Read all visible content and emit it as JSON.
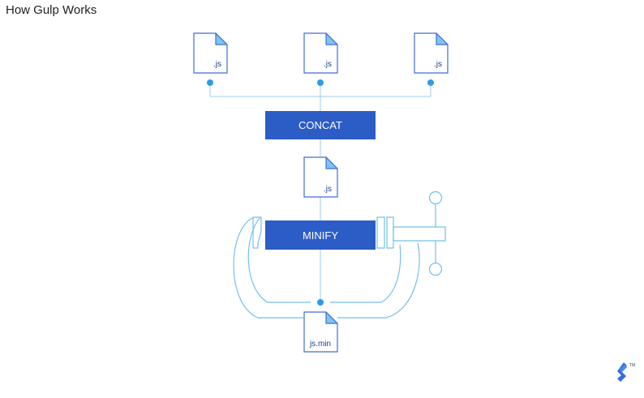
{
  "page": {
    "title": "How Gulp Works"
  },
  "diagram": {
    "inputs": [
      {
        "label": ".js"
      },
      {
        "label": ".js"
      },
      {
        "label": ".js"
      }
    ],
    "concat": {
      "label": "CONCAT"
    },
    "intermediate": {
      "label": ".js"
    },
    "minify": {
      "label": "MINIFY"
    },
    "output": {
      "label": "js.min"
    }
  },
  "brand": {
    "logo": "toptal-logo-icon",
    "trademark": "TM"
  },
  "colors": {
    "box_fill": "#2c5cc5",
    "file_stroke": "#3f6fd1",
    "file_fold": "#7ec4ef",
    "connector": "#9fcbee",
    "dot": "#2d9ce8",
    "clamp": "#73bfee",
    "title_text": "#222222"
  }
}
